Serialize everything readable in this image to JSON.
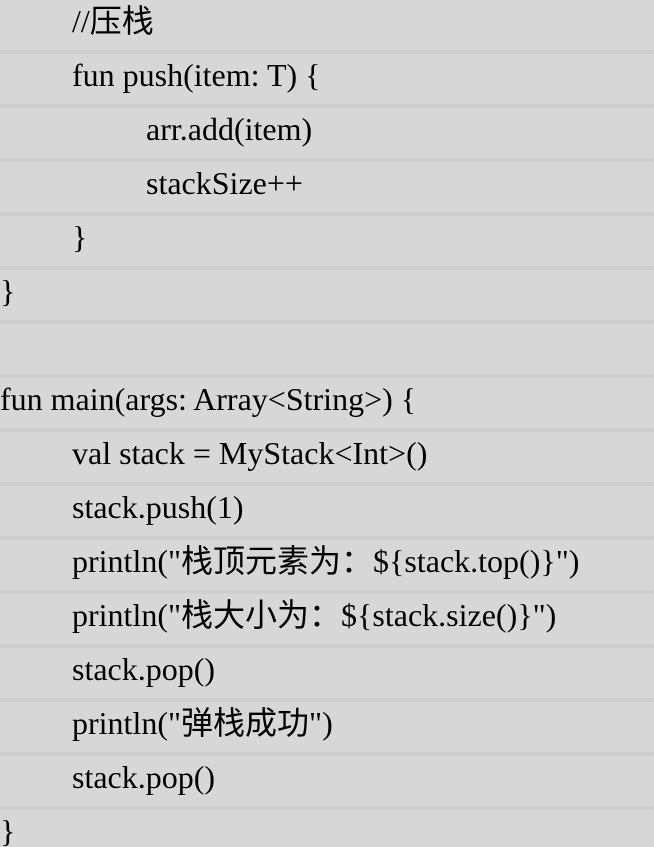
{
  "code_lines": [
    {
      "indent": 1,
      "text": "//压栈"
    },
    {
      "indent": 1,
      "text": "fun push(item: T) {"
    },
    {
      "indent": 2,
      "text": "arr.add(item)"
    },
    {
      "indent": 2,
      "text": "stackSize++"
    },
    {
      "indent": 1,
      "text": "}"
    },
    {
      "indent": 0,
      "text": "}"
    },
    {
      "indent": 0,
      "text": ""
    },
    {
      "indent": 0,
      "text": "fun main(args: Array<String>) {"
    },
    {
      "indent": 1,
      "text": "val stack = MyStack<Int>()"
    },
    {
      "indent": 1,
      "text": "stack.push(1)"
    },
    {
      "indent": 1,
      "text": "println(\"栈顶元素为：${stack.top()}\")"
    },
    {
      "indent": 1,
      "text": "println(\"栈大小为：${stack.size()}\")"
    },
    {
      "indent": 1,
      "text": "stack.pop()"
    },
    {
      "indent": 1,
      "text": "println(\"弹栈成功\")"
    },
    {
      "indent": 1,
      "text": "stack.pop()"
    },
    {
      "indent": 0,
      "text": "}"
    }
  ]
}
